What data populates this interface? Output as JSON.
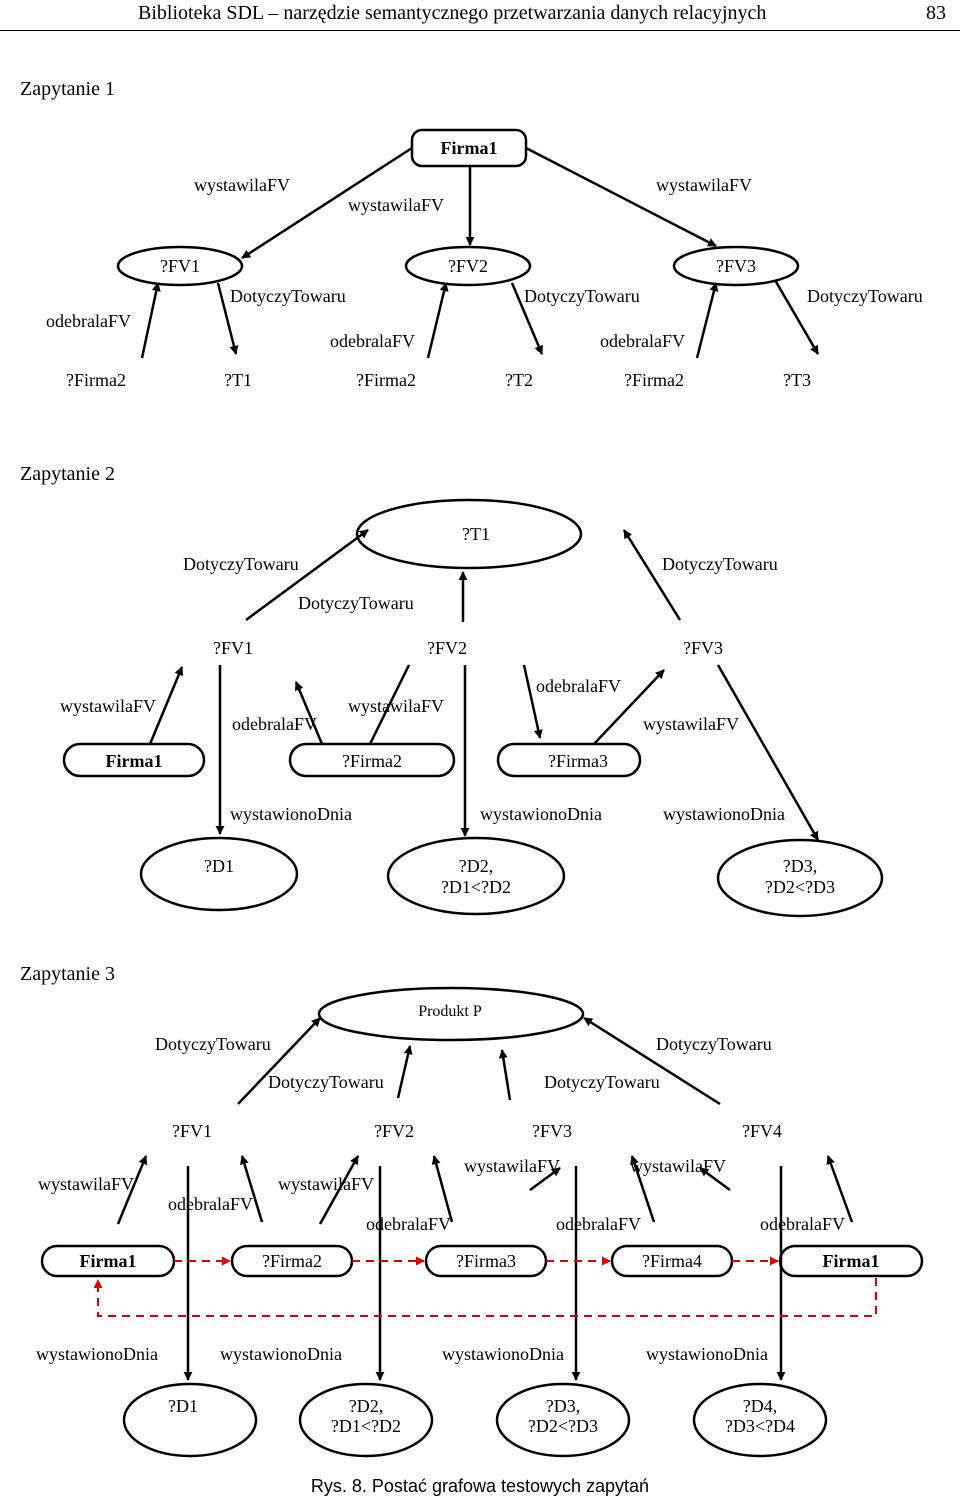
{
  "header": {
    "title": "Biblioteka SDL – narzędzie semantycznego przetwarzania danych relacyjnych",
    "page": "83"
  },
  "q1": {
    "title": "Zapytanie 1",
    "nodes": {
      "firma1": "Firma1",
      "fv1": "?FV1",
      "fv2": "?FV2",
      "fv3": "?FV3",
      "firma2_a": "?Firma2",
      "t1": "?T1",
      "firma2_b": "?Firma2",
      "t2": "?T2",
      "firma2_c": "?Firma2",
      "t3": "?T3"
    },
    "edges": {
      "wyst_1": "wystawilaFV",
      "wyst_2": "wystawilaFV",
      "wyst_3": "wystawilaFV",
      "odb_1": "odebralaFV",
      "odb_2": "odebralaFV",
      "odb_3": "odebralaFV",
      "dot_1": "DotyczyTowaru",
      "dot_2": "DotyczyTowaru",
      "dot_3": "DotyczyTowaru"
    }
  },
  "q2": {
    "title": "Zapytanie 2",
    "nodes": {
      "t1": "?T1",
      "fv1": "?FV1",
      "fv2": "?FV2",
      "fv3": "?FV3",
      "firma1": "Firma1",
      "firma2": "?Firma2",
      "firma3": "?Firma3",
      "d1": "?D1",
      "d2_l1": "?D2,",
      "d2_l2": "?D1<?D2",
      "d3_l1": "?D3,",
      "d3_l2": "?D2<?D3"
    },
    "edges": {
      "dot_1": "DotyczyTowaru",
      "dot_2": "DotyczyTowaru",
      "dot_3": "DotyczyTowaru",
      "wyst_1": "wystawilaFV",
      "wyst_2": "wystawilaFV",
      "wyst_3": "wystawilaFV",
      "odb_1": "odebralaFV",
      "odb_2": "odebralaFV",
      "wd_1": "wystawionoDnia",
      "wd_2": "wystawionoDnia",
      "wd_3": "wystawionoDnia"
    }
  },
  "q3": {
    "title": "Zapytanie 3",
    "nodes": {
      "produkt": "Produkt P",
      "fv1": "?FV1",
      "fv2": "?FV2",
      "fv3": "?FV3",
      "fv4": "?FV4",
      "firma1_a": "Firma1",
      "firma2": "?Firma2",
      "firma3": "?Firma3",
      "firma4": "?Firma4",
      "firma1_b": "Firma1",
      "d1": "?D1",
      "d2_l1": "?D2,",
      "d2_l2": "?D1<?D2",
      "d3_l1": "?D3,",
      "d3_l2": "?D2<?D3",
      "d4_l1": "?D4,",
      "d4_l2": "?D3<?D4"
    },
    "edges": {
      "dot_1": "DotyczyTowaru",
      "dot_2": "DotyczyTowaru",
      "dot_3": "DotyczyTowaru",
      "dot_4": "DotyczyTowaru",
      "wyst_1": "wystawilaFV",
      "wyst_2": "wystawilaFV",
      "wyst_3": "wystawilaFV",
      "wyst_4": "wystawilaFV",
      "odb_1": "odebralaFV",
      "odb_2": "odebralaFV",
      "odb_3": "odebralaFV",
      "odb_4": "odebralaFV",
      "wd_1": "wystawionoDnia",
      "wd_2": "wystawionoDnia",
      "wd_3": "wystawionoDnia",
      "wd_4": "wystawionoDnia"
    }
  },
  "caption": "Rys. 8. Postać grafowa testowych zapytań",
  "colors": {
    "line": "#000000",
    "dashed": "#e00000"
  }
}
